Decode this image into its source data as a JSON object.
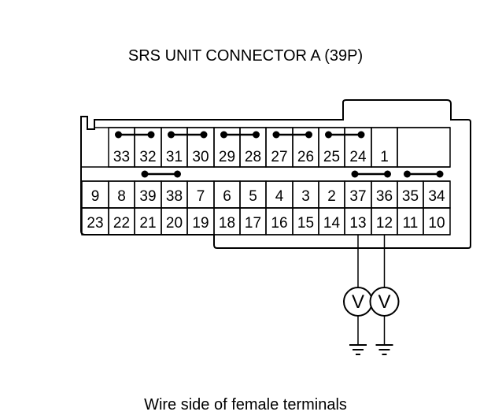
{
  "title": "SRS UNIT CONNECTOR A (39P)",
  "caption": "Wire side of female terminals",
  "connector": {
    "row1": [
      "33",
      "32",
      "31",
      "30",
      "29",
      "28",
      "27",
      "26",
      "25",
      "24",
      "1"
    ],
    "row2": [
      "9",
      "8",
      "39",
      "38",
      "7",
      "6",
      "5",
      "4",
      "3",
      "2",
      "37",
      "36",
      "35",
      "34"
    ],
    "row3": [
      "23",
      "22",
      "21",
      "20",
      "19",
      "18",
      "17",
      "16",
      "15",
      "14",
      "13",
      "12",
      "11",
      "10"
    ],
    "row1_shorting_pairs": [
      [
        "33",
        "32"
      ],
      [
        "31",
        "30"
      ],
      [
        "29",
        "28"
      ],
      [
        "27",
        "26"
      ],
      [
        "25",
        "24"
      ]
    ],
    "row2_shorting_pairs": [
      [
        "39",
        "38"
      ],
      [
        "37",
        "36"
      ],
      [
        "35",
        "34"
      ]
    ]
  },
  "meters": {
    "symbol": "V",
    "probe_terminals": [
      "13",
      "12"
    ]
  }
}
